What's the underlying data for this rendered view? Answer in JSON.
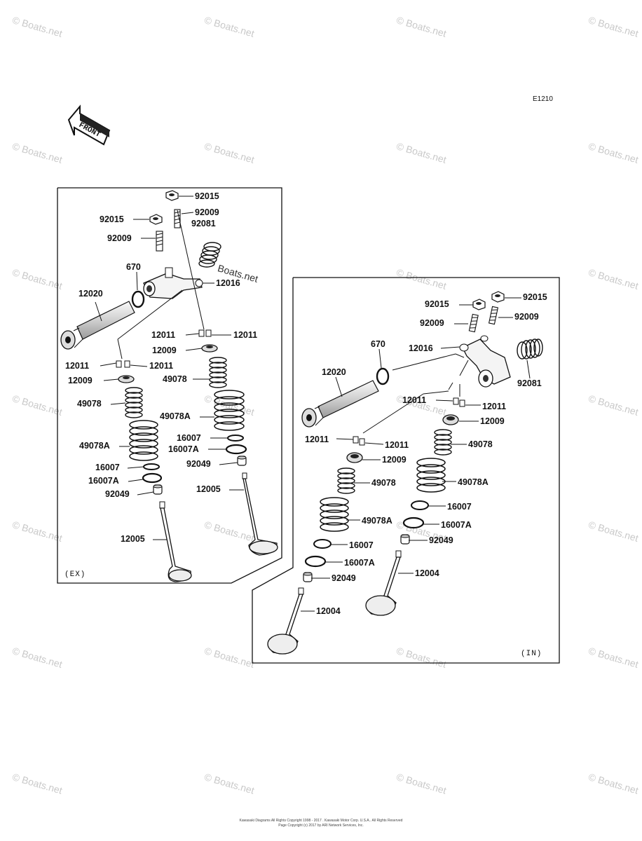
{
  "diagram_code": "E1210",
  "front_label": "FRONT",
  "watermark": "© Boats.net",
  "inline_watermark": "Boats.net",
  "panels": {
    "ex": {
      "tag": "(EX)"
    },
    "in": {
      "tag": "(IN)"
    }
  },
  "footer": {
    "line1": "Kawasaki Diagrams All Rights Copyright 1998 - 2017 . Kawasaki Motor Corp. U.S.A.. All Rights Reserved",
    "line2": "Page Copyright (c) 2017 by ARI Network Services, Inc."
  },
  "labels": [
    {
      "id": "ex-92015-a",
      "text": "92015"
    },
    {
      "id": "ex-92009-a",
      "text": "92009"
    },
    {
      "id": "ex-92081",
      "text": "92081"
    },
    {
      "id": "ex-92015-b",
      "text": "92015"
    },
    {
      "id": "ex-92009-b",
      "text": "92009"
    },
    {
      "id": "ex-670",
      "text": "670"
    },
    {
      "id": "ex-12016",
      "text": "12016"
    },
    {
      "id": "ex-12020",
      "text": "12020"
    },
    {
      "id": "ex-12011-a",
      "text": "12011"
    },
    {
      "id": "ex-12011-b",
      "text": "12011"
    },
    {
      "id": "ex-12009-a",
      "text": "12009"
    },
    {
      "id": "ex-12011-c",
      "text": "12011"
    },
    {
      "id": "ex-12011-d",
      "text": "12011"
    },
    {
      "id": "ex-49078-a",
      "text": "49078"
    },
    {
      "id": "ex-12009-b",
      "text": "12009"
    },
    {
      "id": "ex-49078-b",
      "text": "49078"
    },
    {
      "id": "ex-49078a-a",
      "text": "49078A"
    },
    {
      "id": "ex-16007-a",
      "text": "16007"
    },
    {
      "id": "ex-16007a-a",
      "text": "16007A"
    },
    {
      "id": "ex-49078a-b",
      "text": "49078A"
    },
    {
      "id": "ex-92049-a",
      "text": "92049"
    },
    {
      "id": "ex-16007-b",
      "text": "16007"
    },
    {
      "id": "ex-16007a-b",
      "text": "16007A"
    },
    {
      "id": "ex-12005-a",
      "text": "12005"
    },
    {
      "id": "ex-92049-b",
      "text": "92049"
    },
    {
      "id": "ex-12005-b",
      "text": "12005"
    },
    {
      "id": "in-92015-a",
      "text": "92015"
    },
    {
      "id": "in-92015-b",
      "text": "92015"
    },
    {
      "id": "in-92009-a",
      "text": "92009"
    },
    {
      "id": "in-92009-b",
      "text": "92009"
    },
    {
      "id": "in-670",
      "text": "670"
    },
    {
      "id": "in-12016",
      "text": "12016"
    },
    {
      "id": "in-12020",
      "text": "12020"
    },
    {
      "id": "in-92081",
      "text": "92081"
    },
    {
      "id": "in-12011-a",
      "text": "12011"
    },
    {
      "id": "in-12011-b",
      "text": "12011"
    },
    {
      "id": "in-12009-a",
      "text": "12009"
    },
    {
      "id": "in-12011-c",
      "text": "12011"
    },
    {
      "id": "in-12011-d",
      "text": "12011"
    },
    {
      "id": "in-49078-a",
      "text": "49078"
    },
    {
      "id": "in-12009-b",
      "text": "12009"
    },
    {
      "id": "in-49078-b",
      "text": "49078"
    },
    {
      "id": "in-49078a-a",
      "text": "49078A"
    },
    {
      "id": "in-16007-a",
      "text": "16007"
    },
    {
      "id": "in-16007a-a",
      "text": "16007A"
    },
    {
      "id": "in-49078a-b",
      "text": "49078A"
    },
    {
      "id": "in-92049-a",
      "text": "92049"
    },
    {
      "id": "in-16007-b",
      "text": "16007"
    },
    {
      "id": "in-16007a-b",
      "text": "16007A"
    },
    {
      "id": "in-12004-a",
      "text": "12004"
    },
    {
      "id": "in-92049-b",
      "text": "92049"
    },
    {
      "id": "in-12004-b",
      "text": "12004"
    }
  ]
}
